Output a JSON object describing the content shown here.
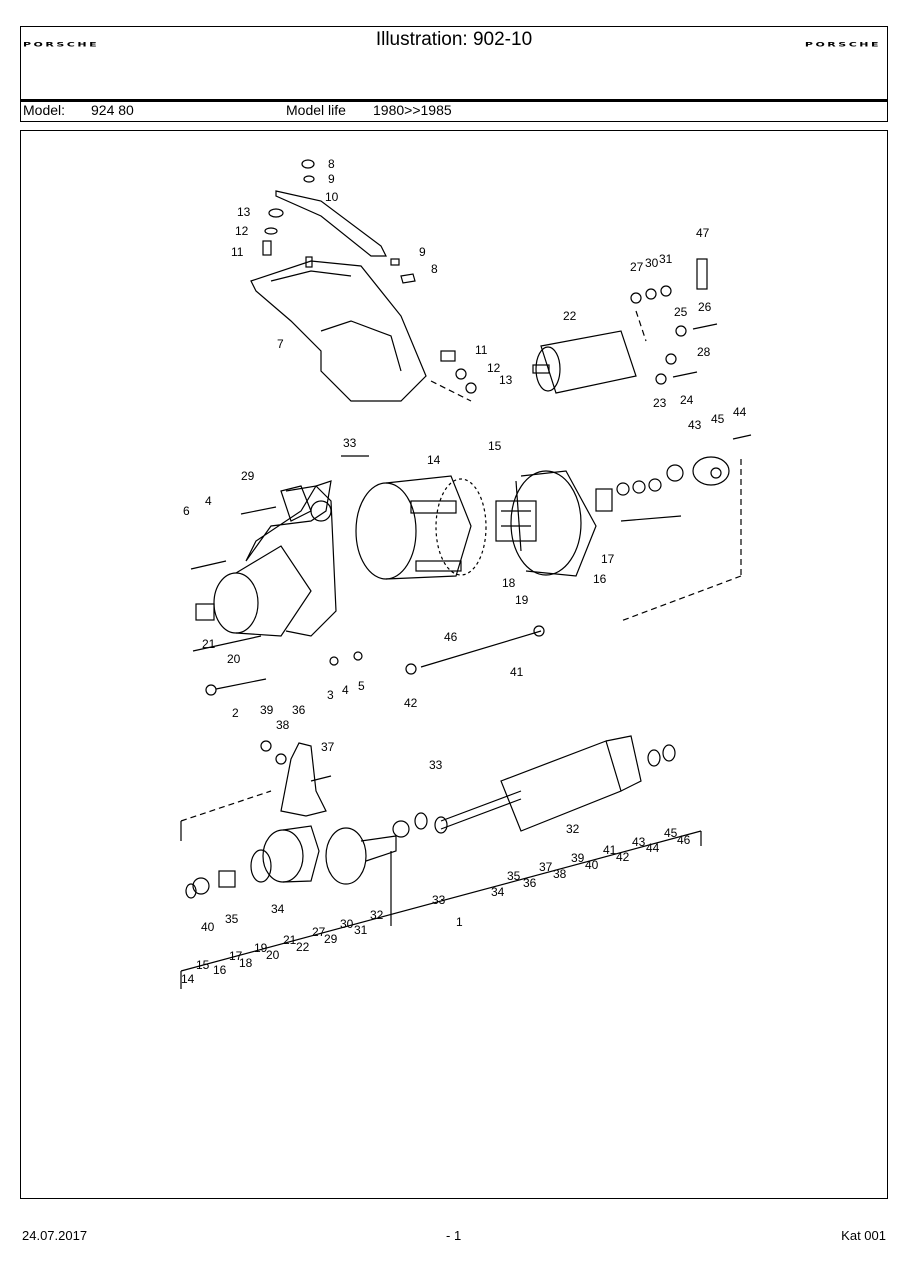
{
  "header": {
    "title": "Illustration: 902-10",
    "brand_left": "PORSCHE",
    "brand_right": "PORSCHE",
    "model_label": "Model:",
    "model_value": "924 80",
    "model_life_label": "Model life",
    "model_life_value": "1980>>1985"
  },
  "footer": {
    "date": "24.07.2017",
    "page": "- 1",
    "catalog": "Kat 001"
  },
  "diagram": {
    "part_numbers": [
      "8",
      "9",
      "10",
      "13",
      "12",
      "11",
      "9",
      "8",
      "7",
      "11",
      "12",
      "13",
      "47",
      "27",
      "30",
      "31",
      "22",
      "25",
      "26",
      "28",
      "23",
      "24",
      "45",
      "44",
      "43",
      "33",
      "14",
      "15",
      "29",
      "4",
      "6",
      "17",
      "16",
      "18",
      "19",
      "46",
      "21",
      "20",
      "3",
      "4",
      "5",
      "41",
      "42",
      "2",
      "39",
      "36",
      "38",
      "37",
      "33",
      "32",
      "40",
      "35",
      "34",
      "33",
      "1",
      "32",
      "31",
      "30",
      "29",
      "27",
      "22",
      "21",
      "20",
      "19",
      "18",
      "17",
      "16",
      "15",
      "14",
      "34",
      "35",
      "36",
      "37",
      "38",
      "39",
      "40",
      "41",
      "42",
      "43",
      "44",
      "45",
      "46",
      "33"
    ]
  }
}
